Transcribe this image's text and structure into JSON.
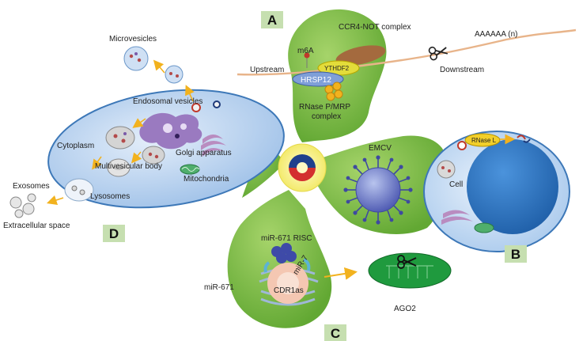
{
  "panels": {
    "a": "A",
    "b": "B",
    "c": "C",
    "d": "D"
  },
  "panel_a": {
    "ccr4_not": "CCR4-NOT complex",
    "poly_a": "AAAAAA (n)",
    "m6a": "m6A",
    "ythdf2": "YTHDF2",
    "upstream": "Upstream",
    "downstream": "Downstream",
    "hrsp12": "HRSP12",
    "rnase_mrp_1": "RNase P/MRP",
    "rnase_mrp_2": "complex"
  },
  "panel_b": {
    "emcv": "EMCV",
    "rnase_l": "RNase L",
    "cell": "Cell"
  },
  "panel_c": {
    "mir671_risc": "miR-671 RISC",
    "mir7": "miR-7",
    "mir671": "miR-671",
    "cdr1as": "CDR1as",
    "ago2": "AGO2"
  },
  "panel_d": {
    "microvesicles": "Microvesicles",
    "endosomal_vesicles": "Endosomal vesicles",
    "cytoplasm": "Cytoplasm",
    "golgi": "Golgi apparatus",
    "multivesicular": "Multivesicular body",
    "mitochondria": "Mitochondria",
    "lysosomes": "Lysosomes",
    "exosomes": "Exosomes",
    "extracellular": "Extracellular space"
  },
  "colors": {
    "leaf_green": "#7cbd45",
    "panel_label_bg": "#c6dfb0",
    "cell_blue": "#b9d3ef",
    "nucleus_blue": "#2f79c8",
    "arrow_orange": "#f2b21e",
    "rna_line": "#e8b48a"
  }
}
